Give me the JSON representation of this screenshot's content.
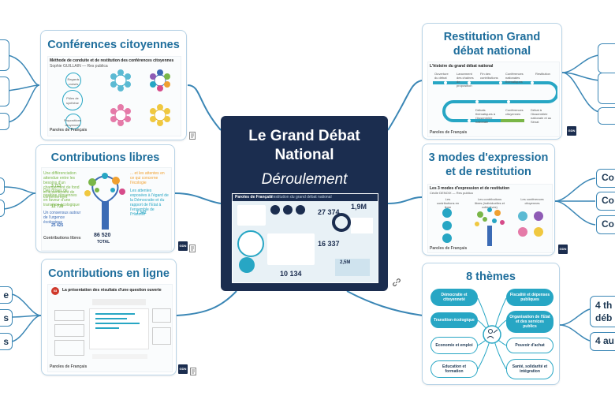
{
  "center": {
    "title_line1": "Le Grand Débat",
    "title_line2": "National",
    "subtitle": "Déroulement",
    "poster_title": "Paroles de Français",
    "poster_sub": "Restitution du grand débat national",
    "stats": [
      "27 374",
      "1,9M",
      "16 337",
      "10 134",
      "2,5M"
    ]
  },
  "nodes": {
    "conferences": {
      "title": "Conférences citoyennes",
      "doc_title": "Méthode de conduite et de restitution des conférences citoyennes",
      "doc_author": "Sophie GUILLAIN — Res publica",
      "labels": [
        "Regards croisés",
        "Pôles de synthèse",
        "Propositions citoyennes"
      ],
      "footer": "Paroles de Français"
    },
    "contributions_libres": {
      "title": "Contributions libres",
      "items": [
        "Une différenciation attendue entre les besoins d'un changement de fond et le sentiment de contentement",
        "Des prises de position citoyennes en faveur d'une transition écologique",
        "Un consensus autour de l'urgence écologique",
        "... et les attentes en ce qui concerne l'écologie",
        "Les attentes exposées à l'égard de la Démocratie et du rapport de l'Etat à l'ensemble de l'Histoire",
        "Des prises de position"
      ],
      "counts": [
        "3 713",
        "12 738",
        "25 425",
        "7 342"
      ],
      "total": "86 520",
      "total_label": "TOTAL",
      "footer": "Contributions libres"
    },
    "en_ligne": {
      "title": "Contributions en ligne",
      "badge": "03",
      "doc_title": "La présentation des résultats d'une question ouverte",
      "footer": "Paroles de Français"
    },
    "restitution": {
      "title_line1": "Restitution Grand",
      "title_line2": "débat national",
      "doc_title": "L'histoire du grand débat national",
      "steps": [
        "Ouverture du débat",
        "Lancement des chaînes de proposition",
        "Fin des contributions",
        "Conférences nationales thématiques",
        "Restitution",
        "Débats thématiques à l'Assemblée nationale",
        "Conférences citoyennes",
        "Débat à l'Assemblée nationale et au Sénat"
      ],
      "footer": "Paroles de Français"
    },
    "modes": {
      "title_line1": "3 modes d'expression",
      "title_line2": "et de restitution",
      "doc_title": "Les 3 modes d'expression et de restitution",
      "doc_author": "Cécile DENOIX — Res publica",
      "columns": [
        "Les contributions en ligne",
        "Les contributions libres (individuelles et collectives)",
        "Les conférences citoyennes"
      ],
      "footer": "Paroles de Français"
    },
    "themes": {
      "title": "8 thèmes",
      "left": [
        "Démocratie et citoyenneté",
        "Transition écologique",
        "Economie et emploi",
        "Education et formation"
      ],
      "right": [
        "Fiscalité et dépenses publiques",
        "Organisation de l'Etat et des services publics",
        "Pouvoir d'achat",
        "Santé, solidarité et intégration"
      ]
    }
  },
  "edge_labels": {
    "right_co1": "Co",
    "right_co2": "Co",
    "right_co3": "Co",
    "right_4th": "4 th",
    "right_deb": "déb",
    "right_4au": "4 au",
    "left_e": "e",
    "left_s1": "s",
    "left_s2": "s"
  },
  "badge_text": "GDN",
  "colors": {
    "center_bg": "#1b2d4f",
    "title_blue": "#1f6e9c",
    "accent": "#27a6c4",
    "branch": "#3a86b5",
    "green": "#7ab648",
    "orange": "#f0a030"
  }
}
